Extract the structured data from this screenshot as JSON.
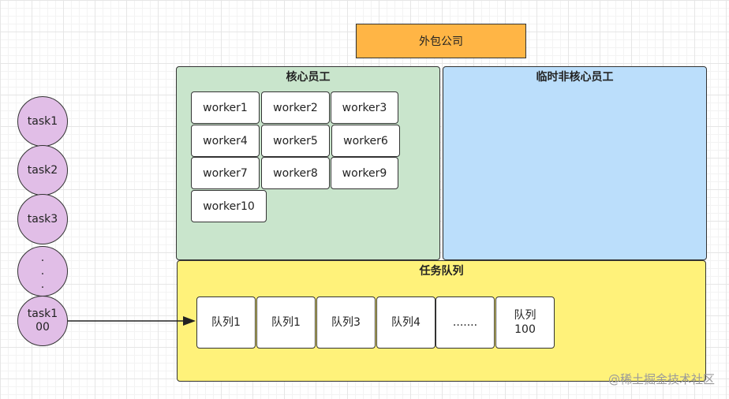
{
  "outsource_label": "外包公司",
  "core_group": {
    "title": "核心员工",
    "workers": [
      "worker1",
      "worker2",
      "worker3",
      "worker4",
      "worker5",
      "worker6",
      "worker7",
      "worker8",
      "worker9",
      "worker10"
    ]
  },
  "temp_group": {
    "title": "临时非核心员工"
  },
  "queue_group": {
    "title": "任务队列",
    "items": [
      "队列1",
      "队列1",
      "队列3",
      "队列4",
      ".......",
      "队列\n100"
    ]
  },
  "tasks": [
    "task1",
    "task2",
    "task3",
    ".\n.\n.",
    "task1\n00"
  ],
  "watermark": "@稀土掘金技术社区"
}
